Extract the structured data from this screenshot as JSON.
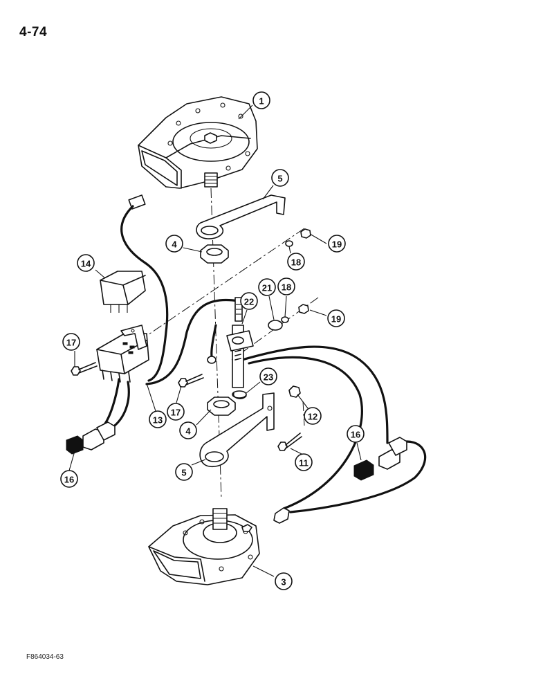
{
  "page_number": "4-74",
  "figure_code": "F864034-63",
  "callouts": [
    {
      "id": "c1",
      "label": "1"
    },
    {
      "id": "c5a",
      "label": "5"
    },
    {
      "id": "c4a",
      "label": "4"
    },
    {
      "id": "c19a",
      "label": "19"
    },
    {
      "id": "c18a",
      "label": "18"
    },
    {
      "id": "c14",
      "label": "14"
    },
    {
      "id": "c21",
      "label": "21"
    },
    {
      "id": "c18b",
      "label": "18"
    },
    {
      "id": "c22",
      "label": "22"
    },
    {
      "id": "c19b",
      "label": "19"
    },
    {
      "id": "c17a",
      "label": "17"
    },
    {
      "id": "c23",
      "label": "23"
    },
    {
      "id": "c17b",
      "label": "17"
    },
    {
      "id": "c12",
      "label": "12"
    },
    {
      "id": "c4b",
      "label": "4"
    },
    {
      "id": "c13",
      "label": "13"
    },
    {
      "id": "c16a",
      "label": "16"
    },
    {
      "id": "c5b",
      "label": "5"
    },
    {
      "id": "c11",
      "label": "11"
    },
    {
      "id": "c16b",
      "label": "16"
    },
    {
      "id": "c3",
      "label": "3"
    }
  ]
}
